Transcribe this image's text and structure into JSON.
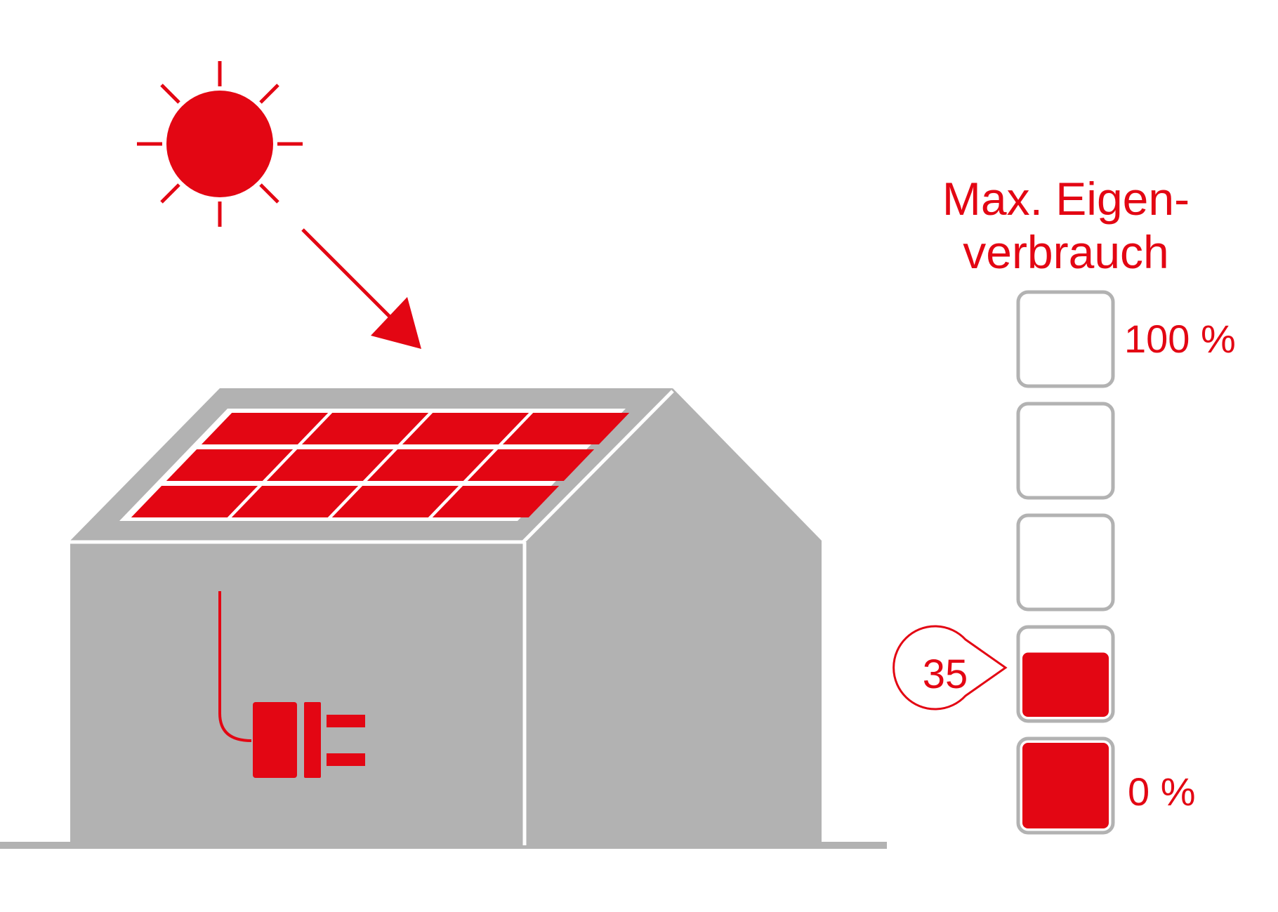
{
  "colors": {
    "accent": "#e30613",
    "house": "#b2b2b2",
    "outline": "#ffffff",
    "segment_border": "#b2b2b2"
  },
  "icons": {
    "sun": "sun-icon",
    "arrow": "sunlight-arrow-icon",
    "house": "house-icon",
    "solar_panel": "solar-panel-icon",
    "plug": "power-plug-icon",
    "battery": "battery-level-icon"
  },
  "meter": {
    "title_line1": "Max. Eigen-",
    "title_line2": "verbrauch",
    "top_label": "100 %",
    "bottom_label": "0 %",
    "segments": 5,
    "level_percent": 35,
    "badge_value": "35"
  }
}
